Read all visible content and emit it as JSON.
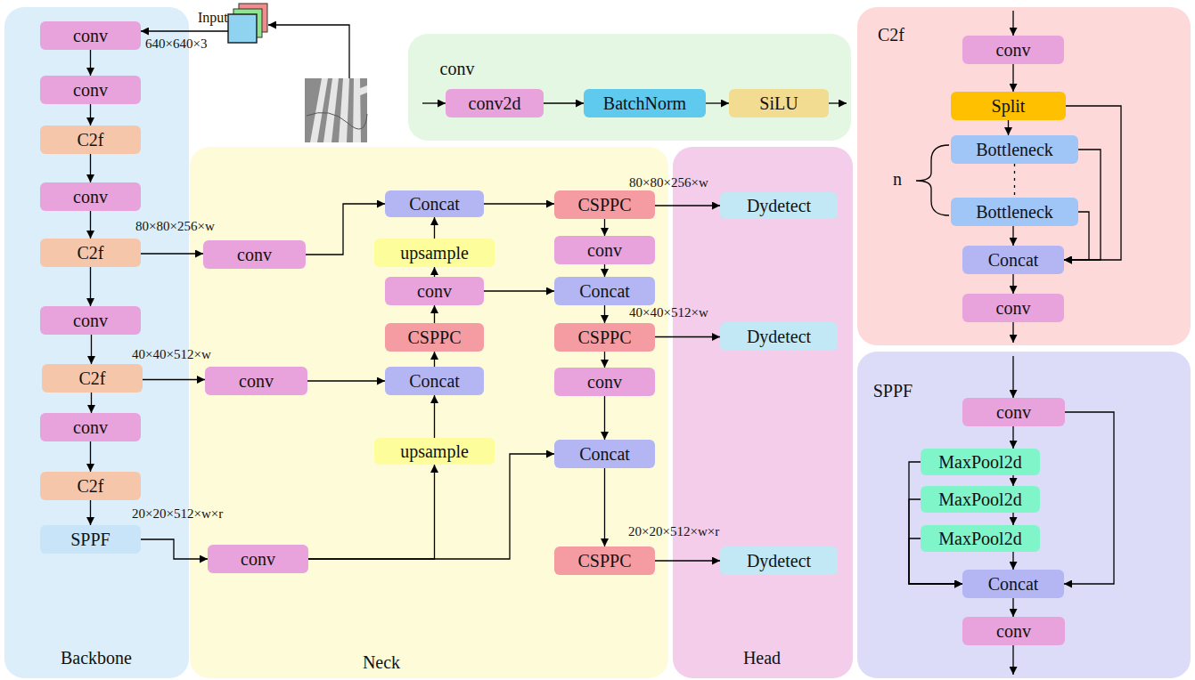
{
  "diagram": {
    "nodes": [
      {
        "text": [
          "Backbone"
        ]
      },
      {
        "text": [
          "conv"
        ],
        "in": 0
      },
      {
        "text": [
          "conv"
        ],
        "in": 0
      },
      {
        "text": [
          "C2f"
        ],
        "in": 0
      },
      {
        "text": [
          "conv"
        ],
        "in": 0
      },
      {
        "text": [
          "C2f"
        ],
        "in": 0
      },
      {
        "text": [
          "conv"
        ],
        "in": 0
      },
      {
        "text": [
          "C2f"
        ],
        "in": 0
      },
      {
        "text": [
          "conv"
        ],
        "in": 0
      },
      {
        "text": [
          "C2f"
        ],
        "in": 0
      },
      {
        "text": [
          "SPPF"
        ],
        "in": 0
      },
      {
        "text": [
          "conv"
        ]
      },
      {
        "text": [
          "conv2d"
        ],
        "in": 11
      },
      {
        "text": [
          "BatchNorm"
        ],
        "in": 11
      },
      {
        "text": [
          "SiLU"
        ],
        "in": 11
      },
      {
        "text": [
          "Neck"
        ]
      },
      {
        "text": [
          "Concat"
        ],
        "in": 15
      },
      {
        "text": [
          "upsample"
        ],
        "in": 15
      },
      {
        "text": [
          "conv"
        ],
        "in": 15
      },
      {
        "text": [
          "CSPPC"
        ],
        "in": 15
      },
      {
        "text": [
          "Concat"
        ],
        "in": 15
      },
      {
        "text": [
          "upsample"
        ],
        "in": 15
      },
      {
        "text": [
          "conv"
        ],
        "in": 15
      },
      {
        "text": [
          "conv"
        ],
        "in": 15
      },
      {
        "text": [
          "conv"
        ],
        "in": 15
      },
      {
        "text": [
          "CSPPC"
        ],
        "in": 15
      },
      {
        "text": [
          "conv"
        ],
        "in": 15
      },
      {
        "text": [
          "Concat"
        ],
        "in": 15
      },
      {
        "text": [
          "CSPPC"
        ],
        "in": 15
      },
      {
        "text": [
          "conv"
        ],
        "in": 15
      },
      {
        "text": [
          "Concat"
        ],
        "in": 15
      },
      {
        "text": [
          "CSPPC"
        ],
        "in": 15
      },
      {
        "text": [
          "Head"
        ]
      },
      {
        "text": [
          "Dydetect"
        ],
        "in": 32
      },
      {
        "text": [
          "Dydetect"
        ],
        "in": 32
      },
      {
        "text": [
          "Dydetect"
        ],
        "in": 32
      },
      {
        "text": [
          "C2f"
        ]
      },
      {
        "text": [
          "conv"
        ],
        "in": 36
      },
      {
        "text": [
          "Split"
        ],
        "in": 36
      },
      {
        "text": [
          "Bottleneck"
        ],
        "in": 36
      },
      {
        "text": [
          "Bottleneck"
        ],
        "in": 36
      },
      {
        "text": [
          "Concat"
        ],
        "in": 36
      },
      {
        "text": [
          "conv"
        ],
        "in": 36
      },
      {
        "text": [
          "SPPF"
        ]
      },
      {
        "text": [
          "conv"
        ],
        "in": 43
      },
      {
        "text": [
          "MaxPool2d"
        ],
        "in": 43
      },
      {
        "text": [
          "MaxPool2d"
        ],
        "in": 43
      },
      {
        "text": [
          "MaxPool2d"
        ],
        "in": 43
      },
      {
        "text": [
          "Concat"
        ],
        "in": 43
      },
      {
        "text": [
          "conv"
        ],
        "in": 43
      }
    ],
    "edges": [
      {
        "from": 1,
        "to": 2,
        "arrow": "to"
      },
      {
        "from": 2,
        "to": 3,
        "arrow": "to"
      },
      {
        "from": 3,
        "to": 4,
        "arrow": "to"
      },
      {
        "from": 4,
        "to": 5,
        "arrow": "to"
      },
      {
        "from": 5,
        "to": 6,
        "arrow": "to"
      },
      {
        "from": 6,
        "to": 7,
        "arrow": "to"
      },
      {
        "from": 7,
        "to": 8,
        "arrow": "to"
      },
      {
        "from": 8,
        "to": 9,
        "arrow": "to"
      },
      {
        "from": 9,
        "to": 10,
        "arrow": "to"
      },
      {
        "from": 12,
        "to": 13,
        "arrow": "to"
      },
      {
        "from": 13,
        "to": 14,
        "arrow": "to"
      },
      {
        "from": 5,
        "to": 22,
        "arrow": "to"
      },
      {
        "from": 7,
        "to": 23,
        "arrow": "to"
      },
      {
        "from": 10,
        "to": 24,
        "arrow": "to"
      },
      {
        "from": 24,
        "to": 21,
        "arrow": "to"
      },
      {
        "from": 24,
        "to": 30,
        "arrow": "to"
      },
      {
        "from": 21,
        "to": 20,
        "arrow": "to"
      },
      {
        "from": 23,
        "to": 20,
        "arrow": "to"
      },
      {
        "from": 20,
        "to": 19,
        "arrow": "to"
      },
      {
        "from": 19,
        "to": 18,
        "arrow": "to"
      },
      {
        "from": 18,
        "to": 17,
        "arrow": "to"
      },
      {
        "from": 17,
        "to": 16,
        "arrow": "to"
      },
      {
        "from": 22,
        "to": 16,
        "arrow": "to"
      },
      {
        "from": 18,
        "to": 27,
        "arrow": "to"
      },
      {
        "from": 16,
        "to": 25,
        "arrow": "to"
      },
      {
        "from": 25,
        "to": 26,
        "arrow": "to"
      },
      {
        "from": 26,
        "to": 27,
        "arrow": "to"
      },
      {
        "from": 27,
        "to": 28,
        "arrow": "to"
      },
      {
        "from": 28,
        "to": 29,
        "arrow": "to"
      },
      {
        "from": 29,
        "to": 30,
        "arrow": "to"
      },
      {
        "from": 30,
        "to": 31,
        "arrow": "to"
      },
      {
        "from": 25,
        "to": 33,
        "arrow": "to"
      },
      {
        "from": 28,
        "to": 34,
        "arrow": "to"
      },
      {
        "from": 31,
        "to": 35,
        "arrow": "to"
      },
      {
        "from": 37,
        "to": 38,
        "arrow": "to"
      },
      {
        "from": 38,
        "to": 39,
        "arrow": "to"
      },
      {
        "from": 39,
        "to": 40,
        "arrow": "none"
      },
      {
        "from": 40,
        "to": 41,
        "arrow": "to"
      },
      {
        "from": 39,
        "to": 41,
        "arrow": "to"
      },
      {
        "from": 40,
        "to": 41,
        "arrow": "to"
      },
      {
        "from": 38,
        "to": 41,
        "arrow": "to"
      },
      {
        "from": 41,
        "to": 42,
        "arrow": "to"
      },
      {
        "from": 44,
        "to": 45,
        "arrow": "to"
      },
      {
        "from": 45,
        "to": 46,
        "arrow": "to"
      },
      {
        "from": 46,
        "to": 47,
        "arrow": "to"
      },
      {
        "from": 47,
        "to": 48,
        "arrow": "to"
      },
      {
        "from": 44,
        "to": 48,
        "arrow": "to"
      },
      {
        "from": 45,
        "to": 48,
        "arrow": "to"
      },
      {
        "from": 46,
        "to": 48,
        "arrow": "to"
      },
      {
        "from": 47,
        "to": 48,
        "arrow": "to"
      },
      {
        "from": 48,
        "to": 49,
        "arrow": "to"
      }
    ],
    "labels": [
      "Input",
      "640×640×3",
      "80×80×256×w",
      "40×40×512×w",
      "20×20×512×w×r",
      "80×80×256×w",
      "40×40×512×w",
      "20×20×512×w×r",
      "n"
    ]
  }
}
